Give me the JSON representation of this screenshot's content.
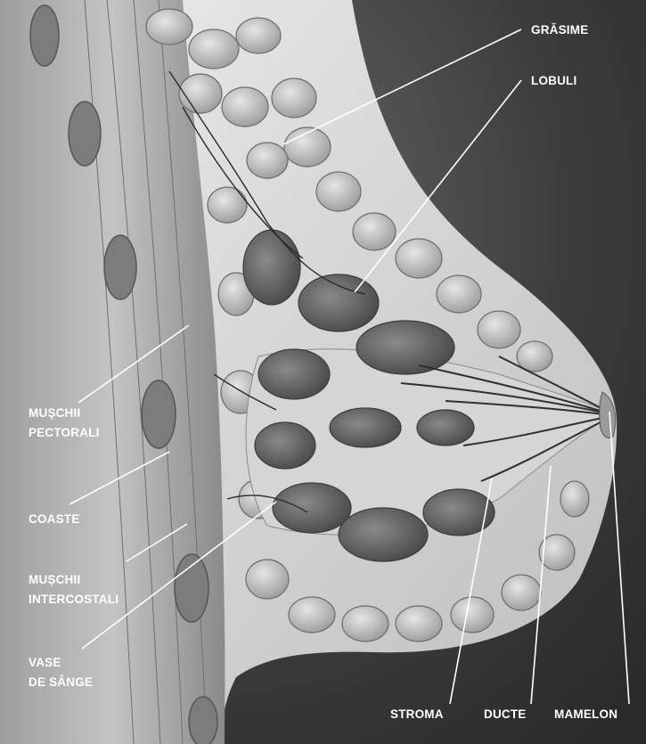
{
  "labels": {
    "grasime": "GRĂSIME",
    "lobuli": "LOBULI",
    "muschii_pectorali_1": "MUȘCHII",
    "muschii_pectorali_2": "PECTORALI",
    "coaste": "COASTE",
    "muschii_intercostali_1": "MUȘCHII",
    "muschii_intercostali_2": "INTERCOSTALI",
    "vase_1": "VASE",
    "vase_2": "DE SÂNGE",
    "stroma": "STROMA",
    "ducte": "DUCTE",
    "mamelon": "MAMELON"
  },
  "colors": {
    "background": "#3a3a3a",
    "skin": "#d9d9d9",
    "fat": "#b9b9b9",
    "lobule": "#5e5e5e",
    "tissue": "#8e8e8e",
    "label": "#ffffff"
  }
}
